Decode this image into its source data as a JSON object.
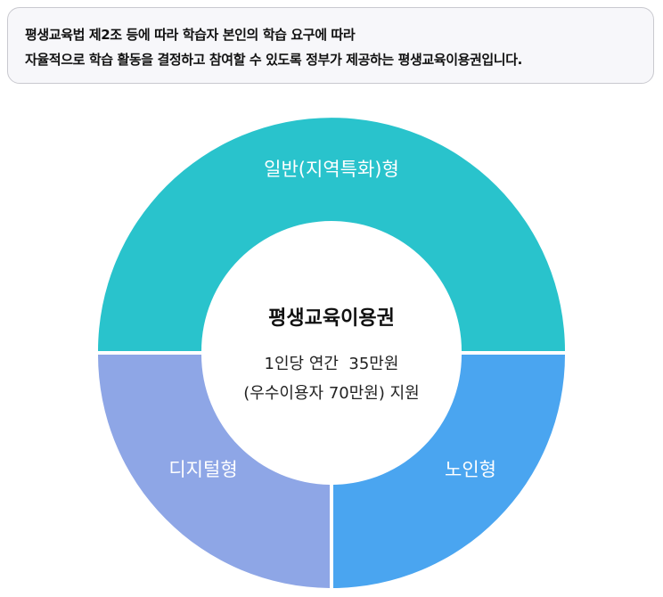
{
  "intro": {
    "line1": "평생교육법 제2조 등에 따라 학습자 본인의 학습 요구에 따라",
    "line2": "자율적으로 학습 활동을 결정하고 참여할 수 있도록 정부가 제공하는 평생교육이용권입니다."
  },
  "diagram": {
    "segments": {
      "top": {
        "label": "일반(지역특화)형",
        "color": "#29c3cc"
      },
      "bottom_left": {
        "label": "디지털형",
        "color": "#8ea6e6"
      },
      "bottom_right": {
        "label": "노인형",
        "color": "#4aa5f0"
      }
    },
    "center": {
      "title": "평생교육이용권",
      "line1": "1인당 연간  35만원",
      "line2": "(우수이용자 70만원) 지원"
    }
  }
}
